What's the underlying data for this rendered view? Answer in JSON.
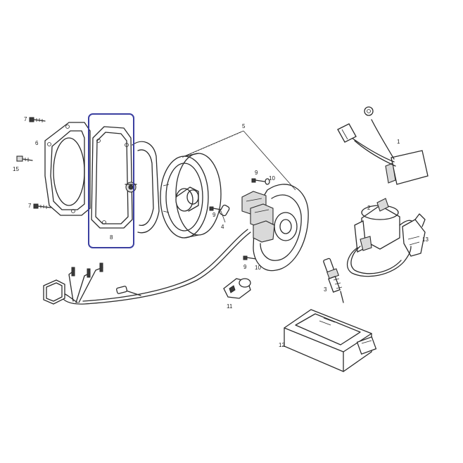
{
  "diagram": {
    "highlight_color": "#3b3fa0",
    "line_color": "#2b2b2b",
    "part_labels": [
      "1",
      "2",
      "3",
      "4",
      "5",
      "6",
      "7",
      "7",
      "8",
      "9",
      "9",
      "9",
      "10",
      "10",
      "11",
      "12",
      "13",
      "15"
    ]
  }
}
